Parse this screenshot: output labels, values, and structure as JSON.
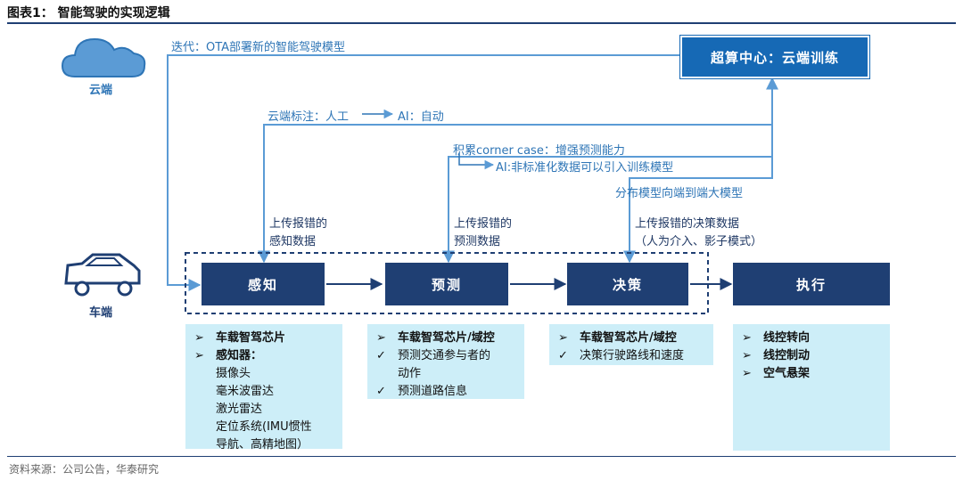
{
  "header": {
    "title": "图表1：  智能驾驶的实现逻辑"
  },
  "footer": {
    "source": "资料来源：公司公告，华泰研究"
  },
  "sides": {
    "cloud_label": "云端",
    "car_label": "车端"
  },
  "cloud_center": "超算中心：云端训练",
  "arrows": {
    "ota": "迭代：OTA部署新的智能驾驶模型",
    "annotate_left": "云端标注：人工",
    "annotate_right": "AI：自动",
    "corner_case_1": "积累corner case：增强预测能力",
    "corner_case_2": "AI:非标准化数据可以引入训练模型",
    "distribute": "分布模型向端到端大模型",
    "upload_perception_1": "上传报错的",
    "upload_perception_2": "感知数据",
    "upload_prediction_1": "上传报错的",
    "upload_prediction_2": "预测数据",
    "upload_decision_1": "上传报错的决策数据",
    "upload_decision_2": "（人为介入、影子模式）"
  },
  "pipeline": {
    "perception": "感知",
    "prediction": "预测",
    "decision": "决策",
    "execution": "执行"
  },
  "panels": {
    "perception": {
      "item1_mark": "➢",
      "item1": "车载智驾芯片",
      "item2_mark": "➢",
      "item2": "感知器：",
      "sub1": "摄像头",
      "sub2": "毫米波雷达",
      "sub3": "激光雷达",
      "sub4": "定位系统(IMU惯性",
      "sub5": "导航、高精地图）"
    },
    "prediction": {
      "item1_mark": "➢",
      "item1": "车载智驾芯片/域控",
      "item2_mark": "✓",
      "item2a": "预测交通参与者的",
      "item2b": "动作",
      "item3_mark": "✓",
      "item3": "预测道路信息"
    },
    "decision": {
      "item1_mark": "➢",
      "item1": "车载智驾芯片/域控",
      "item2_mark": "✓",
      "item2": "决策行驶路线和速度"
    },
    "execution": {
      "item1_mark": "➢",
      "item1": "线控转向",
      "item2_mark": "➢",
      "item2": "线控制动",
      "item3_mark": "➢",
      "item3": "空气悬架"
    }
  },
  "colors": {
    "navy": "#1f3f73",
    "blue": "#1669b5",
    "line": "#5b9bd5",
    "panel": "#cdeef8"
  }
}
